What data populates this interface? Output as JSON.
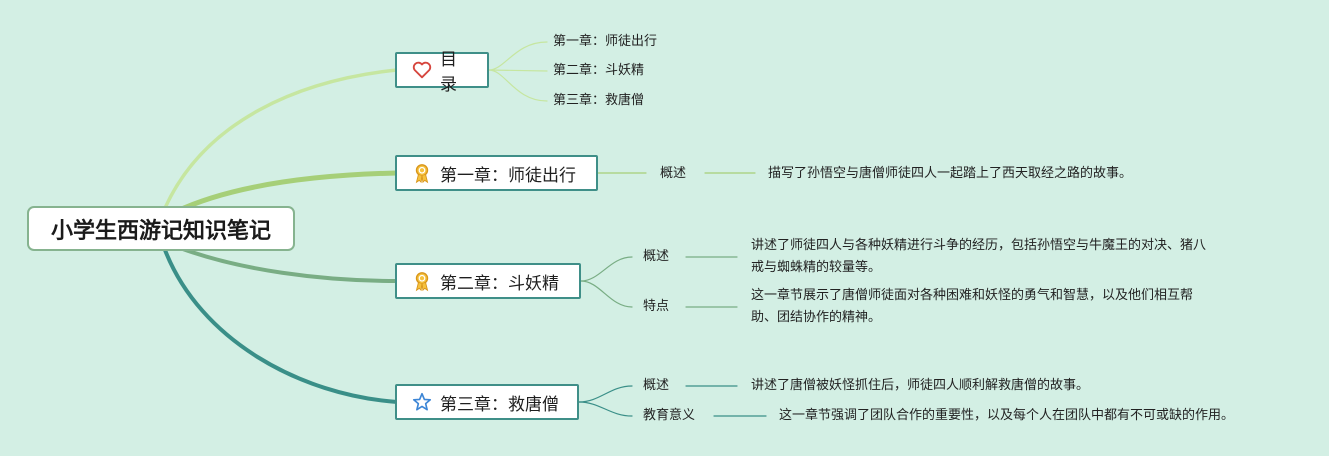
{
  "root": {
    "title": "小学生西游记知识笔记"
  },
  "branches": [
    {
      "title": "目录",
      "icon": "heart-icon",
      "items": [
        "第一章：师徒出行",
        "第二章：斗妖精",
        "第三章：救唐僧"
      ]
    },
    {
      "title": "第一章：师徒出行",
      "icon": "award-medal-icon",
      "children": [
        {
          "label": "概述",
          "text": "描写了孙悟空与唐僧师徒四人一起踏上了西天取经之路的故事。"
        }
      ]
    },
    {
      "title": "第二章：斗妖精",
      "icon": "award-medal-icon",
      "children": [
        {
          "label": "概述",
          "text_lines": [
            "讲述了师徒四人与各种妖精进行斗争的经历，包括孙悟空与牛魔王的对决、猪八",
            "戒与蜘蛛精的较量等。"
          ]
        },
        {
          "label": "特点",
          "text_lines": [
            "这一章节展示了唐僧师徒面对各种困难和妖怪的勇气和智慧，以及他们相互帮",
            "助、团结协作的精神。"
          ]
        }
      ]
    },
    {
      "title": "第三章：救唐僧",
      "icon": "star-icon",
      "children": [
        {
          "label": "概述",
          "text": "讲述了唐僧被妖怪抓住后，师徒四人顺利解救唐僧的故事。"
        },
        {
          "label": "教育意义",
          "text": "这一章节强调了团队合作的重要性，以及每个人在团队中都有不可或缺的作用。"
        }
      ]
    }
  ],
  "colors": {
    "background": "#d3efe4",
    "branch_toc": "#c6e6a0",
    "branch_ch1": "#a6cf78",
    "branch_ch2": "#79ad84",
    "branch_ch3": "#3a8f88"
  }
}
